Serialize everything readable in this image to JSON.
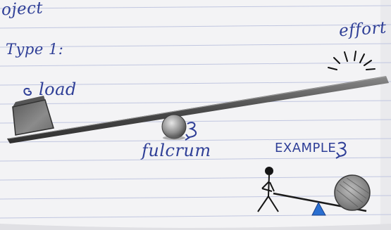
{
  "notes": {
    "heading": "oject",
    "type_label": "Type 1:",
    "load_label": "load",
    "effort_label": "effort",
    "fulcrum_label": "fulcrum",
    "example_label": "EXAMPLE"
  },
  "colors": {
    "ink": "#2f3f97",
    "paper": "#f4f4f6",
    "rule_line": "#bcc3e0",
    "pencil": "#4a4a4a",
    "fulcrum_triangle": "#2a6fd0"
  }
}
